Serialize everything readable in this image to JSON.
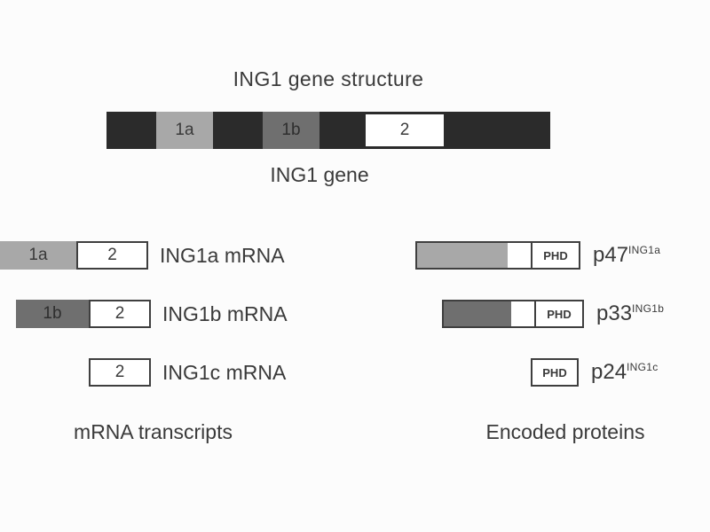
{
  "title": "ING1 gene structure",
  "gene": {
    "label": "ING1 gene",
    "segments": {
      "exon1a": "1a",
      "exon1b": "1b",
      "exon2": "2"
    }
  },
  "mrna": {
    "caption": "mRNA transcripts",
    "rows": [
      {
        "exon1": "1a",
        "exon2": "2",
        "name": "ING1a mRNA"
      },
      {
        "exon1": "1b",
        "exon2": "2",
        "name": "ING1b mRNA"
      },
      {
        "exon2": "2",
        "name": "ING1c mRNA"
      }
    ]
  },
  "proteins": {
    "caption": "Encoded proteins",
    "rows": [
      {
        "domain": "PHD",
        "name": "p47",
        "sup": "ING1a"
      },
      {
        "domain": "PHD",
        "name": "p33",
        "sup": "ING1b"
      },
      {
        "domain": "PHD",
        "name": "p24",
        "sup": "ING1c"
      }
    ]
  },
  "colors": {
    "dark_segment": "#2b2b2b",
    "light_gray": "#a8a8a8",
    "mid_gray": "#6f6f6f",
    "box_border": "#3f3f3f",
    "text": "#3a3a3a",
    "background": "#fcfcfc"
  }
}
